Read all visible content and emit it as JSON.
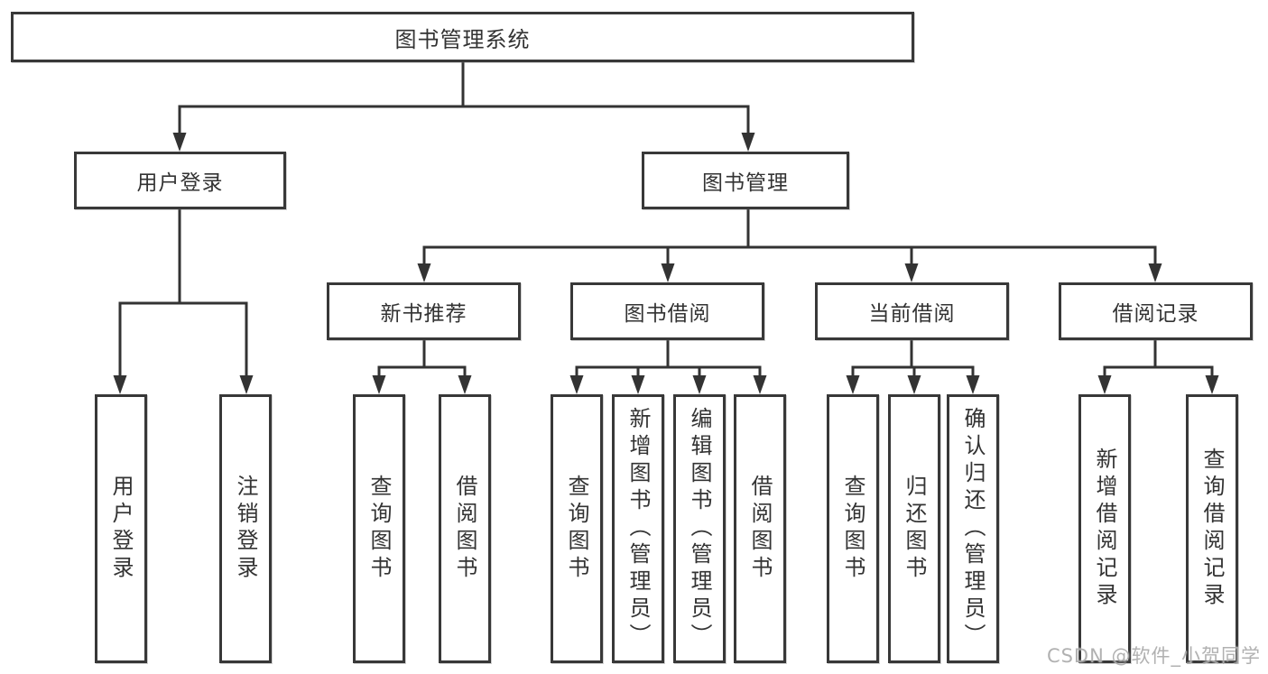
{
  "diagram": {
    "nodes": {
      "root": "图书管理系统",
      "user_login": "用户登录",
      "book_mgmt": "图书管理",
      "new_book_rec": "新书推荐",
      "book_borrow": "图书借阅",
      "current_borrow": "当前借阅",
      "borrow_record": "借阅记录",
      "ul_login": "用户登录",
      "ul_logout": "注销登录",
      "nb_query": "查询图书",
      "nb_borrow": "借阅图书",
      "bb_query": "查询图书",
      "bb_add": "新增图书（管理员）",
      "bb_edit": "编辑图书（管理员）",
      "bb_borrow": "借阅图书",
      "cb_query": "查询图书",
      "cb_return": "归还图书",
      "cb_confirm": "确认归还（管理员）",
      "br_add": "新增借阅记录",
      "br_query": "查询借阅记录"
    },
    "line_color": "#333333"
  },
  "watermark": "CSDN @软件_小贺同学"
}
